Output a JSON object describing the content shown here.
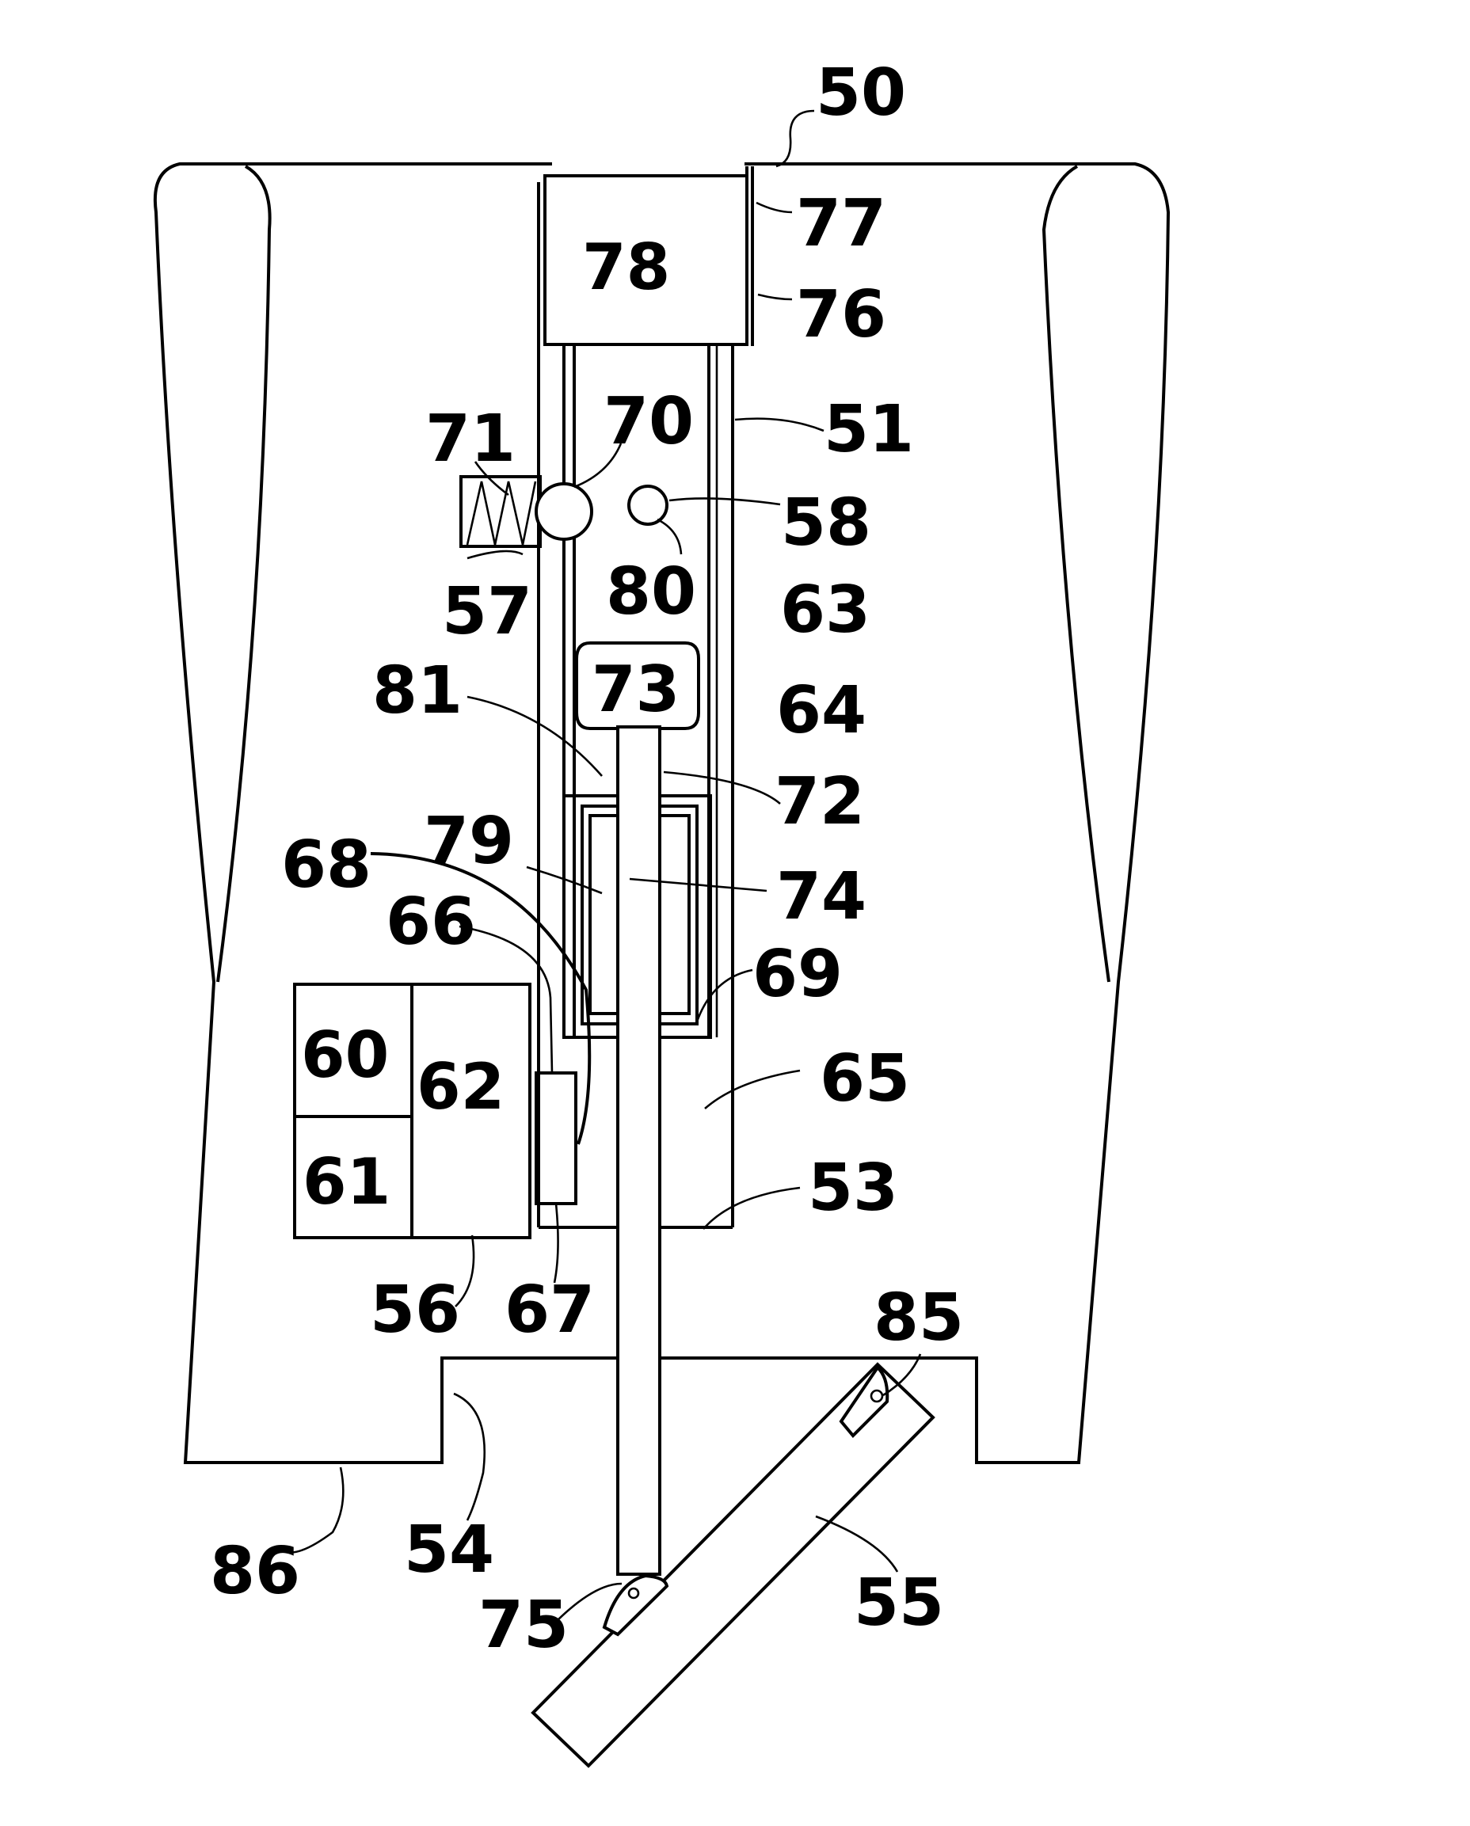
{
  "labels": {
    "n50": "50",
    "n51": "51",
    "n53": "53",
    "n54": "54",
    "n55": "55",
    "n56": "56",
    "n57": "57",
    "n58": "58",
    "n60": "60",
    "n61": "61",
    "n62": "62",
    "n63": "63",
    "n64": "64",
    "n65": "65",
    "n66": "66",
    "n67": "67",
    "n68": "68",
    "n69": "69",
    "n70": "70",
    "n71": "71",
    "n72": "72",
    "n73": "73",
    "n74": "74",
    "n75": "75",
    "n76": "76",
    "n77": "77",
    "n78": "78",
    "n79": "79",
    "n80": "80",
    "n81": "81",
    "n85": "85",
    "n86": "86"
  },
  "colors": {
    "line": "#000000",
    "background": "#ffffff"
  }
}
